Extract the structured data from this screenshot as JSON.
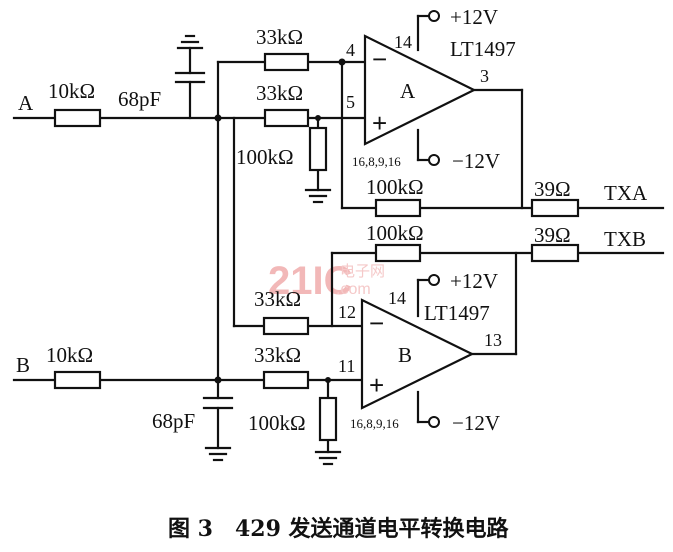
{
  "nets": {
    "input_a": "A",
    "input_b": "B",
    "output_a": "TXA",
    "output_b": "TXB"
  },
  "components": {
    "r_in_a": "10kΩ",
    "r_in_b": "10kΩ",
    "c_a": "68pF",
    "c_b": "68pF",
    "r_a_inv": "33kΩ",
    "r_a_noninv": "33kΩ",
    "r_a_ground": "100kΩ",
    "r_a_feedback": "100kΩ",
    "r_a_out": "39Ω",
    "r_b_inv": "33kΩ",
    "r_b_noninv": "33kΩ",
    "r_b_ground": "100kΩ",
    "r_b_feedback": "100kΩ",
    "r_b_out": "39Ω"
  },
  "op_amps": [
    {
      "label": "A",
      "part": "LT1497",
      "pin_inv": "4",
      "pin_noninv": "5",
      "pin_out": "3",
      "pin_supply": "14",
      "pin_ground": "16,8,9,16",
      "vpos": "+12V",
      "vneg": "−12V",
      "minus": "−",
      "plus": "+"
    },
    {
      "label": "B",
      "part": "LT1497",
      "pin_inv": "12",
      "pin_noninv": "11",
      "pin_out": "13",
      "pin_supply": "14",
      "pin_ground": "16,8,9,16",
      "vpos": "+12V",
      "vneg": "−12V",
      "minus": "−",
      "plus": "+"
    }
  ],
  "watermark": {
    "main": "21IC",
    "cn": "电子网",
    "com": ".com"
  },
  "caption": "图 3　429 发送通道电平转换电路"
}
